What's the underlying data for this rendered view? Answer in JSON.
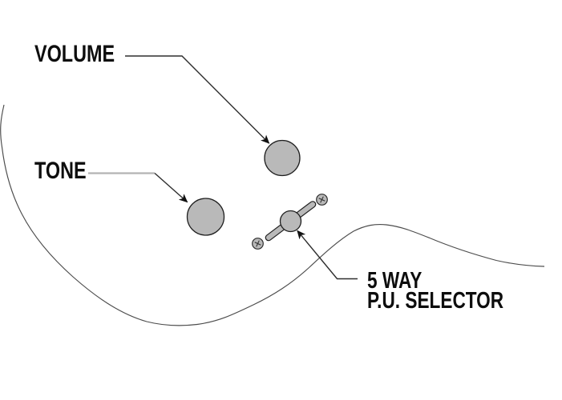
{
  "diagram": {
    "type": "guitar-controls-callout-diagram",
    "labels": {
      "volume": "VOLUME",
      "tone": "TONE",
      "selector_line1": "5 WAY",
      "selector_line2": "P.U. SELECTOR"
    },
    "components": [
      {
        "name": "volume-knob",
        "label": "VOLUME"
      },
      {
        "name": "tone-knob",
        "label": "TONE"
      },
      {
        "name": "pickup-selector-switch",
        "label": "5 WAY P.U. SELECTOR"
      }
    ],
    "colors": {
      "background": "#ffffff",
      "text": "#0d0d0d",
      "knob_fill": "#b9b9b9",
      "knob_outline": "#1f1f1f",
      "leader_dark": "#2e2e2e",
      "leader_gray": "#b3b3b3",
      "body_outline": "#4c4c4c",
      "arrow_fill": "#111111"
    }
  }
}
